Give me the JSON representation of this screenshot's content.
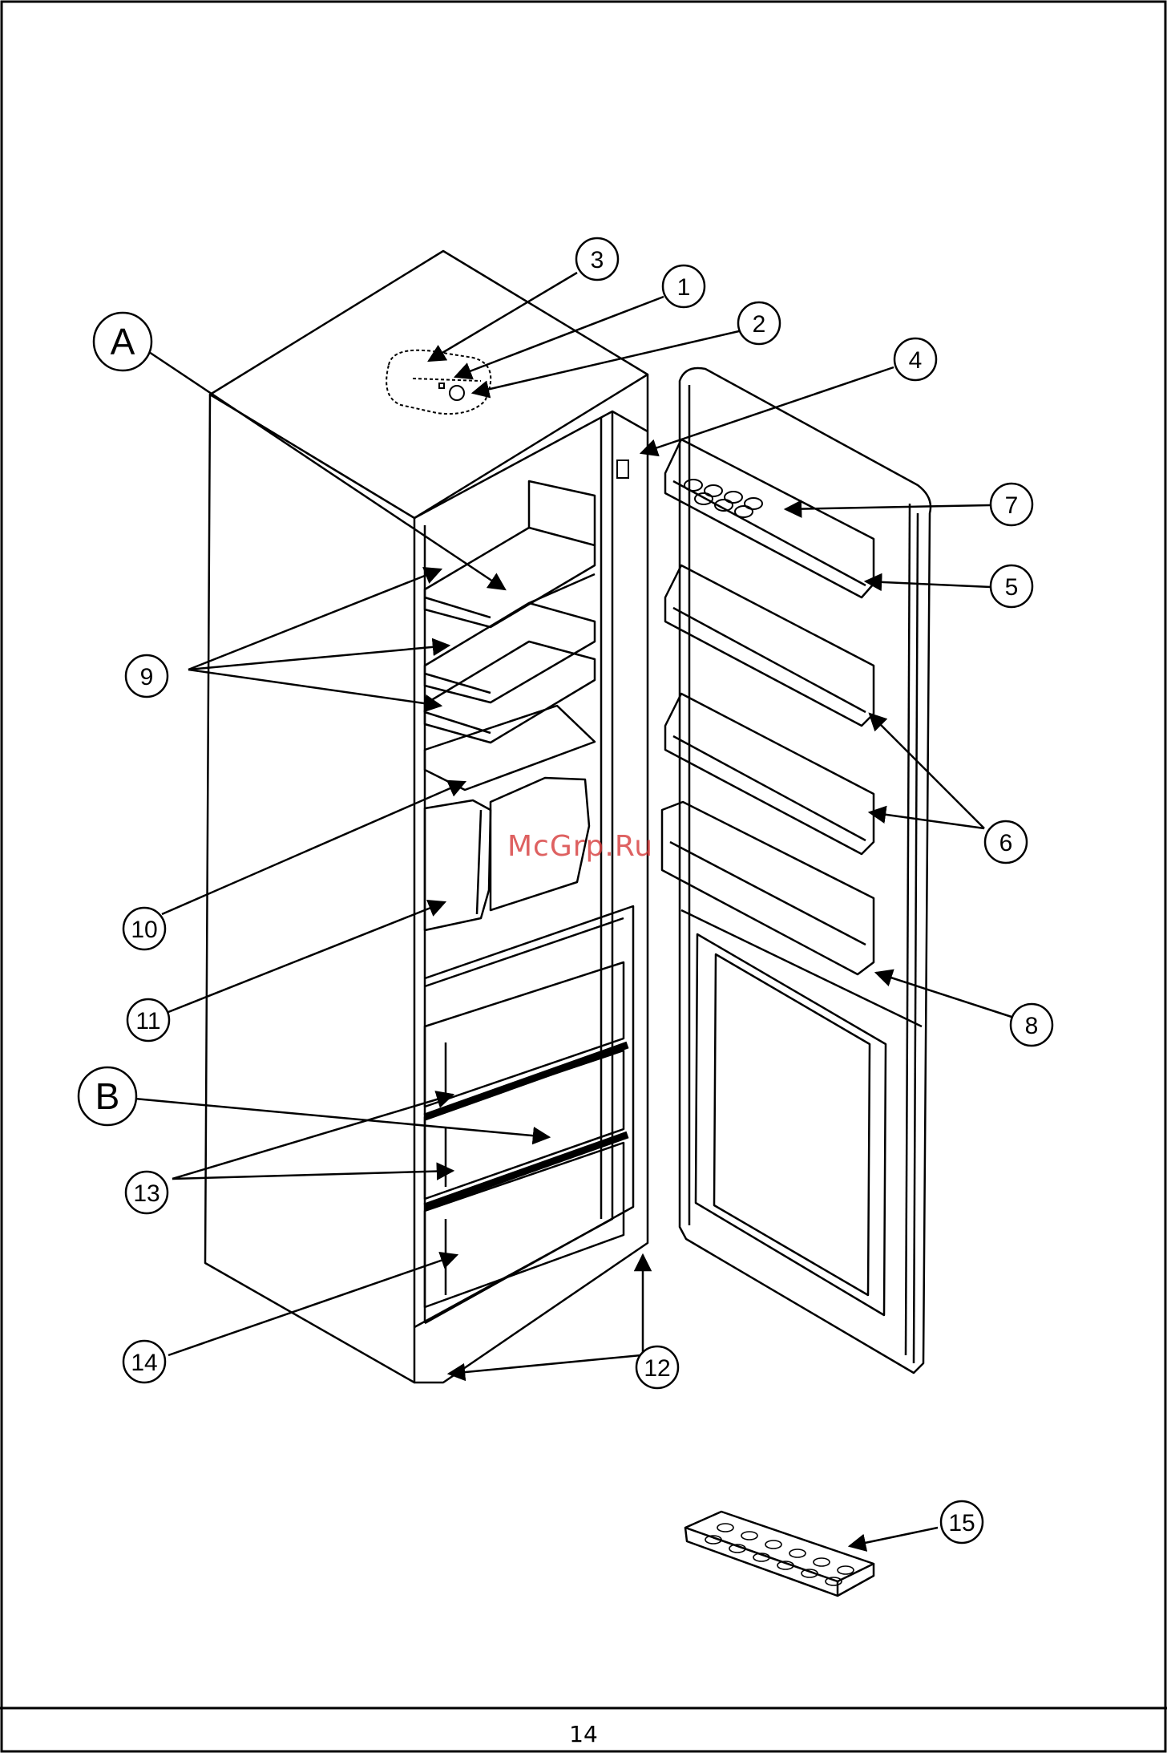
{
  "page_number": "14",
  "watermark": "McGrp.Ru",
  "callouts": {
    "c1": "1",
    "c2": "2",
    "c3": "3",
    "c4": "4",
    "c5": "5",
    "c6": "6",
    "c7": "7",
    "c8": "8",
    "c9": "9",
    "c10": "10",
    "c11": "11",
    "c12": "12",
    "c13": "13",
    "c14": "14",
    "c15": "15",
    "cA": "A",
    "cB": "B"
  },
  "colors": {
    "line": "#000000",
    "watermark": "#d63a3a",
    "background": "#ffffff"
  }
}
